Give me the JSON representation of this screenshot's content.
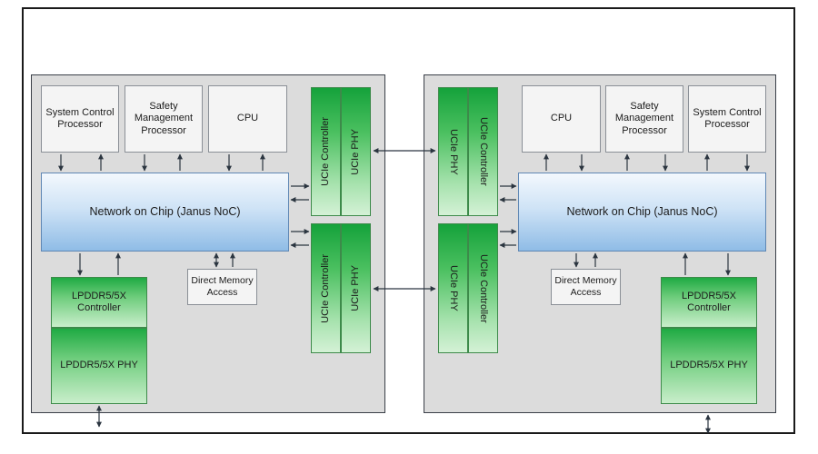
{
  "left_die": {
    "system_control_processor": "System Control Processor",
    "safety_management_processor": "Safety Management Processor",
    "cpu": "CPU",
    "noc": "Network on Chip (Janus NoC)",
    "dma": "Direct Memory Access",
    "lpddr_controller": "LPDDR5/5X Controller",
    "lpddr_phy": "LPDDR5/5X PHY",
    "ucie_top": {
      "controller": "UCIe Controller",
      "phy": "UCIe PHY"
    },
    "ucie_bottom": {
      "controller": "UCIe Controller",
      "phy": "UCIe PHY"
    }
  },
  "right_die": {
    "system_control_processor": "System Control Processor",
    "safety_management_processor": "Safety Management Processor",
    "cpu": "CPU",
    "noc": "Network on Chip (Janus NoC)",
    "dma": "Direct Memory Access",
    "lpddr_controller": "LPDDR5/5X Controller",
    "lpddr_phy": "LPDDR5/5X PHY",
    "ucie_top": {
      "controller": "UCIe Controller",
      "phy": "UCIe PHY"
    },
    "ucie_bottom": {
      "controller": "UCIe Controller",
      "phy": "UCIe PHY"
    }
  },
  "colors": {
    "die_fill": "#dcdcdc",
    "block_fill": "#f4f4f4",
    "noc_blue": "#8fbce6",
    "ucie_green": "#15a23b",
    "arrow": "#2b3540"
  }
}
